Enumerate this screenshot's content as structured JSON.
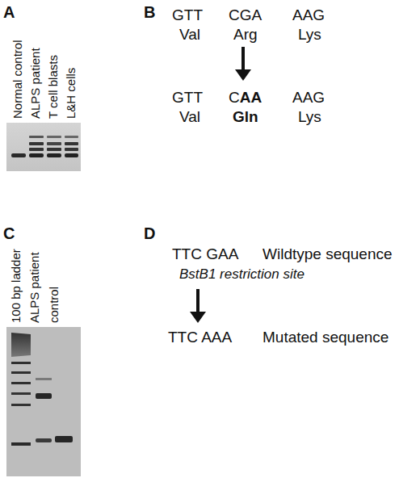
{
  "diagram": {
    "labels": [
      "A",
      "Normal control",
      "ALPS patient",
      "T cell blasts",
      "L&H cells",
      "B",
      "GTT",
      "CGA",
      "AAG",
      "Val",
      "Arg",
      "Lys",
      "GTT",
      "C",
      "AA",
      "AAG",
      "Val",
      "Gln",
      "Lys",
      "C",
      "100 bp ladder",
      "ALPS patient",
      "control",
      "D",
      "TTC GAA",
      "Wildtype sequence",
      "BstB1 restriction site",
      "TTC AAA",
      "Mutated sequence"
    ]
  }
}
